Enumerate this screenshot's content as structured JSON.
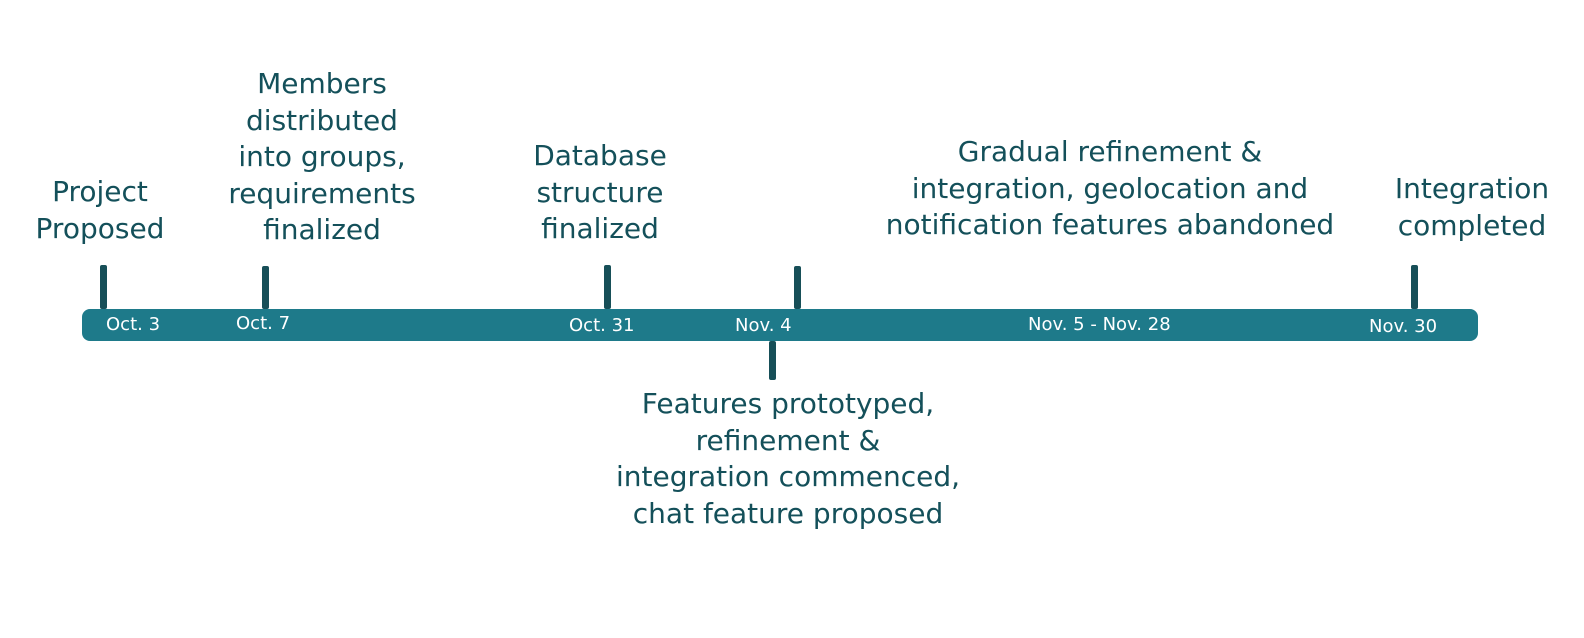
{
  "colors": {
    "bar": "#1e7a8a",
    "tick": "#174f58",
    "label_text": "#14505a",
    "date_text": "#ffffff",
    "background": "#ffffff"
  },
  "milestones": [
    {
      "date": "Oct. 3",
      "label": "Project\nProposed",
      "position": "above"
    },
    {
      "date": "Oct. 7",
      "label": "Members\ndistributed\ninto groups,\nrequirements\nfinalized",
      "position": "above"
    },
    {
      "date": "Oct. 31",
      "label": "Database\nstructure\nfinalized",
      "position": "above"
    },
    {
      "date": "Nov. 4",
      "label": "Features prototyped,\nrefinement &\nintegration commenced,\nchat feature proposed",
      "position": "below"
    },
    {
      "date": "Nov. 5 - Nov. 28",
      "label": "Gradual refinement &\nintegration, geolocation and\nnotification features abandoned",
      "position": "above"
    },
    {
      "date": "Nov. 30",
      "label": "Integration\ncompleted",
      "position": "above"
    }
  ]
}
